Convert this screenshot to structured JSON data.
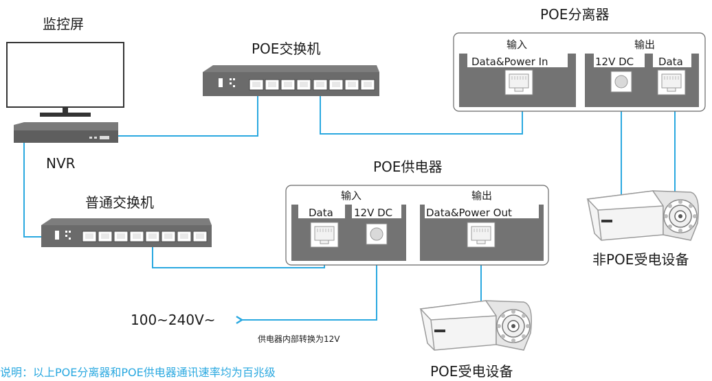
{
  "labels": {
    "monitor": "监控屏",
    "nvr": "NVR",
    "poe_switch": "POE交换机",
    "normal_switch": "普通交换机",
    "splitter": "POE分离器",
    "injector": "POE供电器",
    "non_poe_device": "非POE受电设备",
    "poe_device": "POE受电设备"
  },
  "splitter": {
    "input_title": "输入",
    "output_title": "输出",
    "port_in": "Data&Power In",
    "port_dc": "12V DC",
    "port_data": "Data"
  },
  "injector": {
    "input_title": "输入",
    "output_title": "输出",
    "port_data": "Data",
    "port_dc": "12V DC",
    "port_out": "Data&Power Out"
  },
  "power": {
    "voltage": "100~240V~",
    "note": "供电器内部转换为12V"
  },
  "footnote": "说明：以上POE分离器和POE供电器通讯速率均为百兆级",
  "colors": {
    "cable": "#29a8e0",
    "device_gray": "#6b6b6b",
    "panel_gray": "#737373",
    "note_blue": "#29a8e0"
  }
}
